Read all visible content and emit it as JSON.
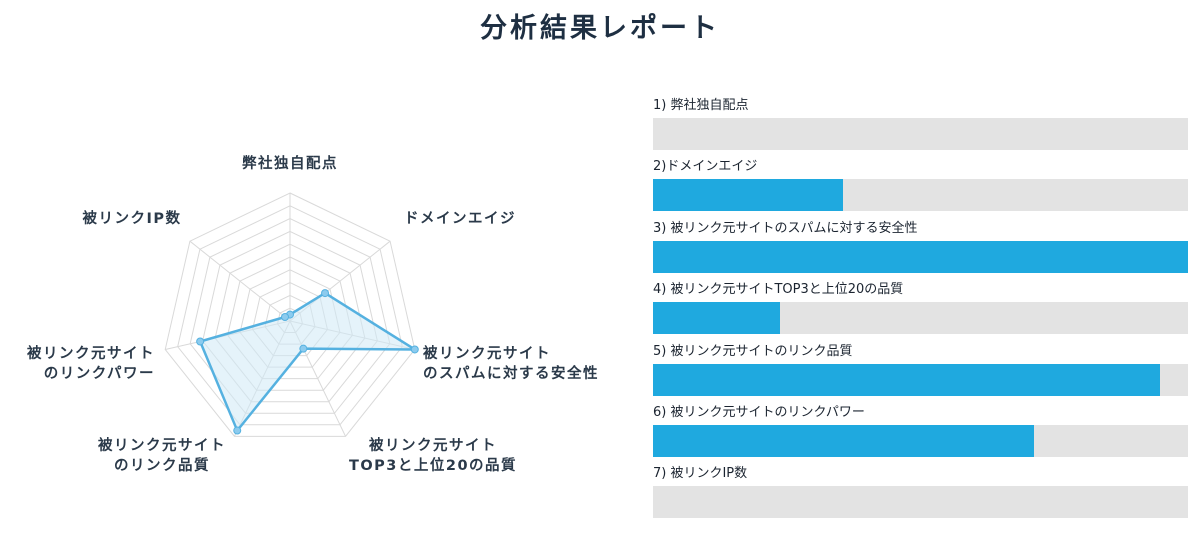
{
  "page": {
    "title": "分析結果レポート"
  },
  "chart_data": [
    {
      "type": "radar",
      "axes": [
        {
          "label_lines": [
            "弊社独自配点"
          ]
        },
        {
          "label_lines": [
            "ドメインエイジ"
          ]
        },
        {
          "label_lines": [
            "被リンク元サイト",
            "のスパムに対する安全性"
          ]
        },
        {
          "label_lines": [
            "被リンク元サイト",
            "TOP3と上位20の品質"
          ]
        },
        {
          "label_lines": [
            "被リンク元サイト",
            "のリンク品質"
          ]
        },
        {
          "label_lines": [
            "被リンク元サイト",
            "のリンクパワー"
          ]
        },
        {
          "label_lines": [
            "被リンクIP数"
          ]
        }
      ],
      "values": [
        0.05,
        0.35,
        1.0,
        0.24,
        0.95,
        0.72,
        0.05
      ],
      "range": [
        0,
        1
      ],
      "grid_levels": 10,
      "colors": {
        "line": "#55b1e0",
        "fill": "#cfe9f6",
        "grid": "#d9d9d9"
      }
    },
    {
      "type": "bar",
      "orientation": "horizontal",
      "categories": [
        "1) 弊社独自配点",
        "2)ドメインエイジ",
        "3) 被リンク元サイトのスパムに対する安全性",
        "4) 被リンク元サイトTOP3と上位20の品質",
        "5) 被リンク元サイトのリンク品質",
        "6) 被リンク元サイトのリンクパワー",
        "7) 被リンクIP数"
      ],
      "values": [
        0,
        0.355,
        1.0,
        0.237,
        0.948,
        0.712,
        0
      ],
      "range": [
        0,
        1
      ],
      "colors": {
        "fill": "#1fa9df",
        "track": "#e3e3e3"
      }
    }
  ]
}
